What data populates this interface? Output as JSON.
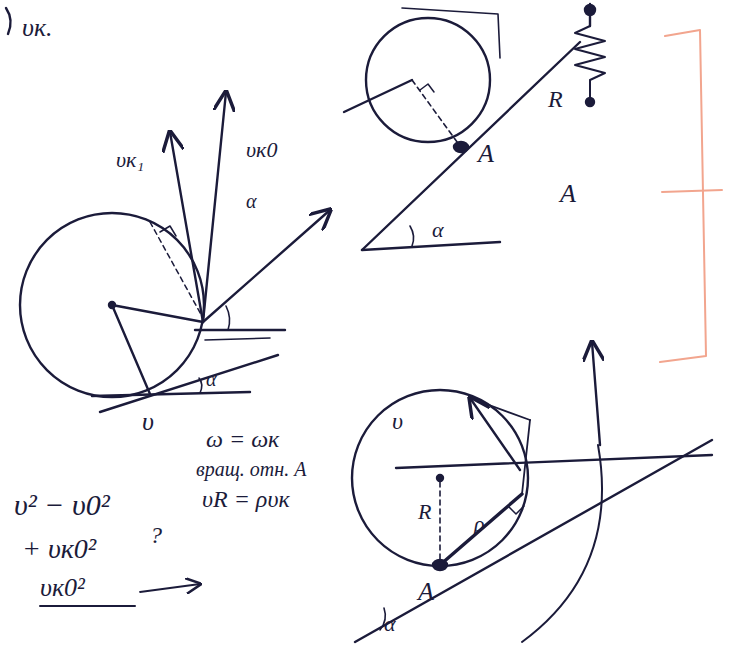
{
  "diagram": {
    "labels": [
      "υк.",
      "υк₁",
      "υк0",
      "α",
      "α",
      "υ",
      "A",
      "α",
      "R",
      "A",
      "ω = ωк",
      "вращ. отн. A",
      "υR = ρυк",
      "υ² − υ0²",
      "+ υк0²",
      "?",
      "υк0²",
      "υ",
      "R",
      "ρ",
      "A",
      "α"
    ]
  }
}
